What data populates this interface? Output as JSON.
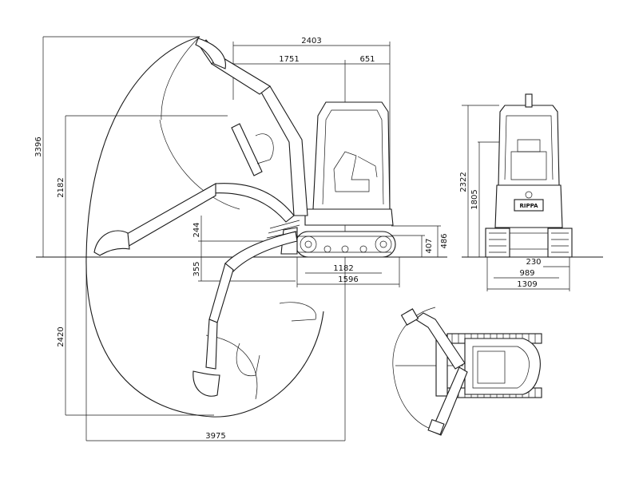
{
  "dimensions": {
    "overall_length_top": "2403",
    "top_left_segment": "1751",
    "top_right_segment": "651",
    "max_height": "3396",
    "dump_height": "2182",
    "dig_depth": "2420",
    "reach": "3975",
    "blade_lift": "244",
    "blade_drop": "355",
    "track_length": "1182",
    "overall_track_length": "1596",
    "track_height": "407",
    "clearance_height": "486",
    "overall_height_rear": "2322",
    "counterweight_height": "1805",
    "track_width": "230",
    "track_gauge": "989",
    "overall_width": "1309"
  },
  "brand": "RIPPA"
}
